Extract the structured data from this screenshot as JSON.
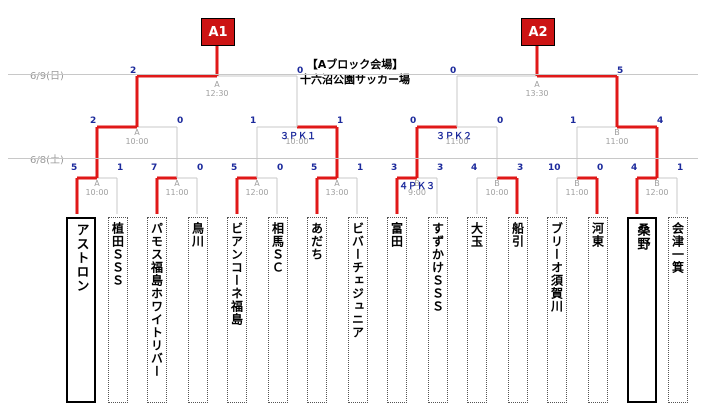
{
  "seeds": [
    {
      "label": "A1"
    },
    {
      "label": "A2"
    }
  ],
  "venue": {
    "line1": "【Aブロック会場】",
    "line2": "十六沼公園サッカー場"
  },
  "dates": [
    "6/9(日)",
    "6/8(土)"
  ],
  "teams": [
    {
      "name": "アストロン",
      "winner": true
    },
    {
      "name": "植田ＳＳＳ",
      "winner": false
    },
    {
      "name": "パモス福島ホワイトリバー",
      "winner": false
    },
    {
      "name": "鳥川",
      "winner": false
    },
    {
      "name": "ビアンコーネ福島",
      "winner": false
    },
    {
      "name": "相馬ＳＣ",
      "winner": false
    },
    {
      "name": "あだち",
      "winner": false
    },
    {
      "name": "ビバーチェジュニア",
      "winner": false
    },
    {
      "name": "富田",
      "winner": false
    },
    {
      "name": "すずかけＳＳＳ",
      "winner": false
    },
    {
      "name": "大玉",
      "winner": false
    },
    {
      "name": "船引",
      "winner": false
    },
    {
      "name": "ブリーオ須賀川",
      "winner": false
    },
    {
      "name": "河東",
      "winner": false
    },
    {
      "name": "桑野",
      "winner": true
    },
    {
      "name": "会津一箕",
      "winner": false
    }
  ],
  "scores": {
    "r1": [
      "5",
      "1",
      "7",
      "0",
      "5",
      "0",
      "5",
      "1",
      "3",
      "3",
      "4",
      "3",
      "10",
      "0",
      "4",
      "1"
    ],
    "r2": [
      "2",
      "0",
      "1",
      "1",
      "0",
      "0",
      "1",
      "4"
    ],
    "r3": [
      "2",
      "0",
      "0",
      "5"
    ]
  },
  "pk": {
    "r1_m5": "４ＰＫ３",
    "r2_m2": "３ＰＫ１",
    "r2_m3": "３ＰＫ２"
  },
  "match_labels": {
    "r1": [
      {
        "venue": "A",
        "time": "10:00"
      },
      {
        "venue": "A",
        "time": "11:00"
      },
      {
        "venue": "A",
        "time": "12:00"
      },
      {
        "venue": "A",
        "time": "13:00"
      },
      {
        "venue": "B",
        "time": "9:00"
      },
      {
        "venue": "B",
        "time": "10:00"
      },
      {
        "venue": "B",
        "time": "11:00"
      },
      {
        "venue": "B",
        "time": "12:00"
      }
    ],
    "r2": [
      {
        "venue": "A",
        "time": "10:00"
      },
      {
        "venue": "A",
        "time": "10:00"
      },
      {
        "venue": "A",
        "time": "11:00"
      },
      {
        "venue": "B",
        "time": "11:00"
      }
    ],
    "r3": [
      {
        "venue": "A",
        "time": "12:30"
      },
      {
        "venue": "A",
        "time": "13:30"
      }
    ]
  },
  "colors": {
    "win_line": "#e01818",
    "line": "#c8c8c8",
    "score": "#1c2a9c",
    "seed_fill": "#cc1414"
  }
}
